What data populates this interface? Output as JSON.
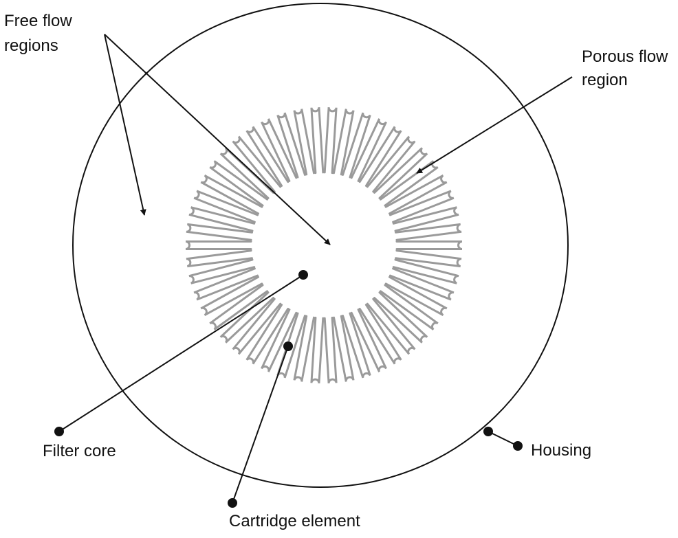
{
  "labels": {
    "free_flow_line1": "Free flow",
    "free_flow_line2": "regions",
    "porous_line1": "Porous flow",
    "porous_line2": "region",
    "filter_core": "Filter core",
    "cartridge_element": "Cartridge element",
    "housing": "Housing"
  },
  "pleats": {
    "count": 50
  },
  "colors": {
    "stroke": "#111111",
    "pleat": "#9a9a9a",
    "background": "#ffffff"
  }
}
